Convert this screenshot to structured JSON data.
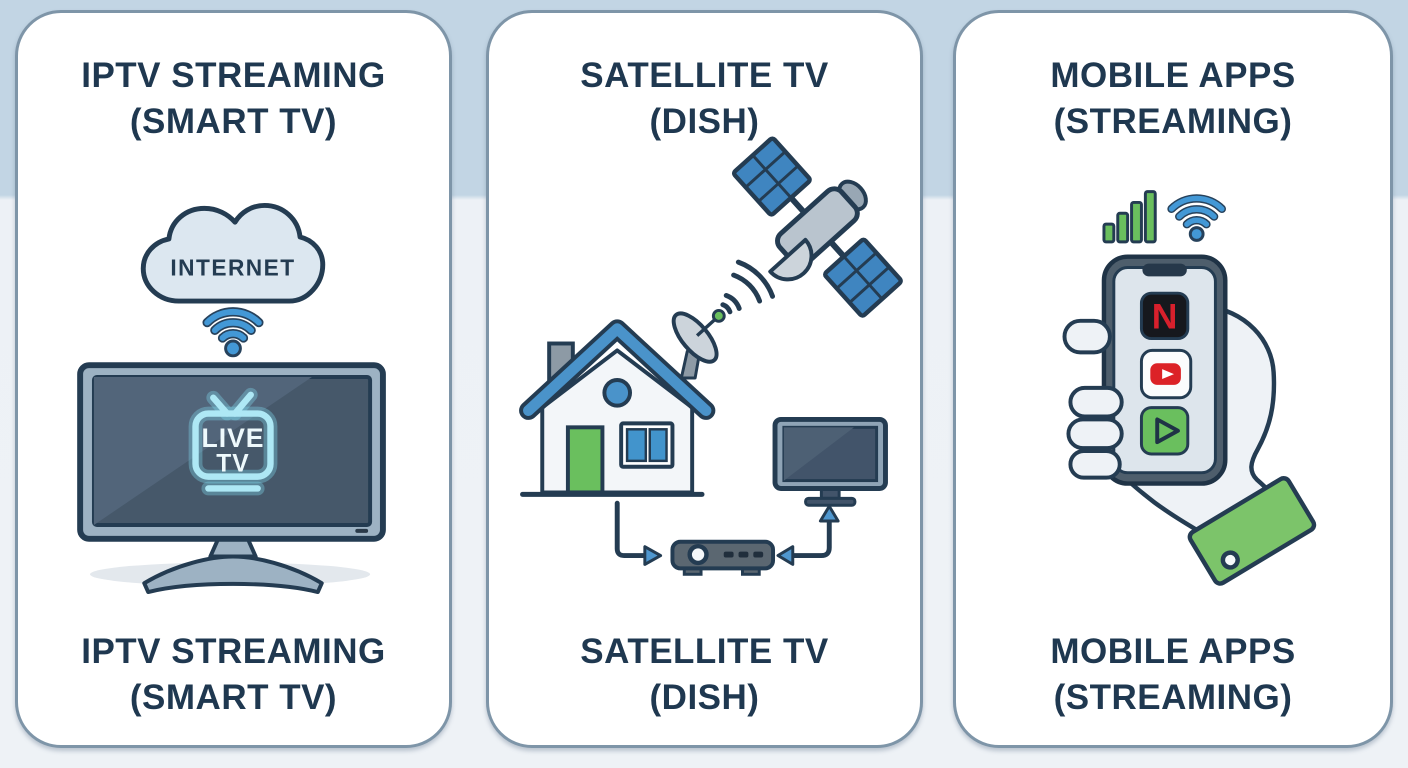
{
  "colors": {
    "background_top": "#c2d5e4",
    "background_bottom": "#eef2f6",
    "card_background": "#ffffff",
    "card_border": "#7e95a8",
    "heading_navy": "#1f3850",
    "outline_navy": "#243c52",
    "accent_blue": "#4293d4",
    "accent_green": "#6abf5e",
    "accent_red": "#dc2227",
    "neon_cyan": "#aee8f5"
  },
  "panels": {
    "iptv": {
      "title_line1": "IPTV STREAMING",
      "title_line2": "(SMART TV)",
      "cloud_label": "INTERNET",
      "live_tv_line1": "LIVE",
      "live_tv_line2": "TV",
      "caption_line1": "IPTV STREAMING",
      "caption_line2": "(SMART TV)"
    },
    "satellite": {
      "title_line1": "SATELLITE TV",
      "title_line2": "(DISH)",
      "caption_line1": "SATELLITE TV",
      "caption_line2": "(DISH)"
    },
    "mobile": {
      "title_line1": "MOBILE APPS",
      "title_line2": "(STREAMING)",
      "netflix_letter": "N",
      "caption_line1": "MOBILE APPS",
      "caption_line2": "(STREAMING)"
    }
  }
}
